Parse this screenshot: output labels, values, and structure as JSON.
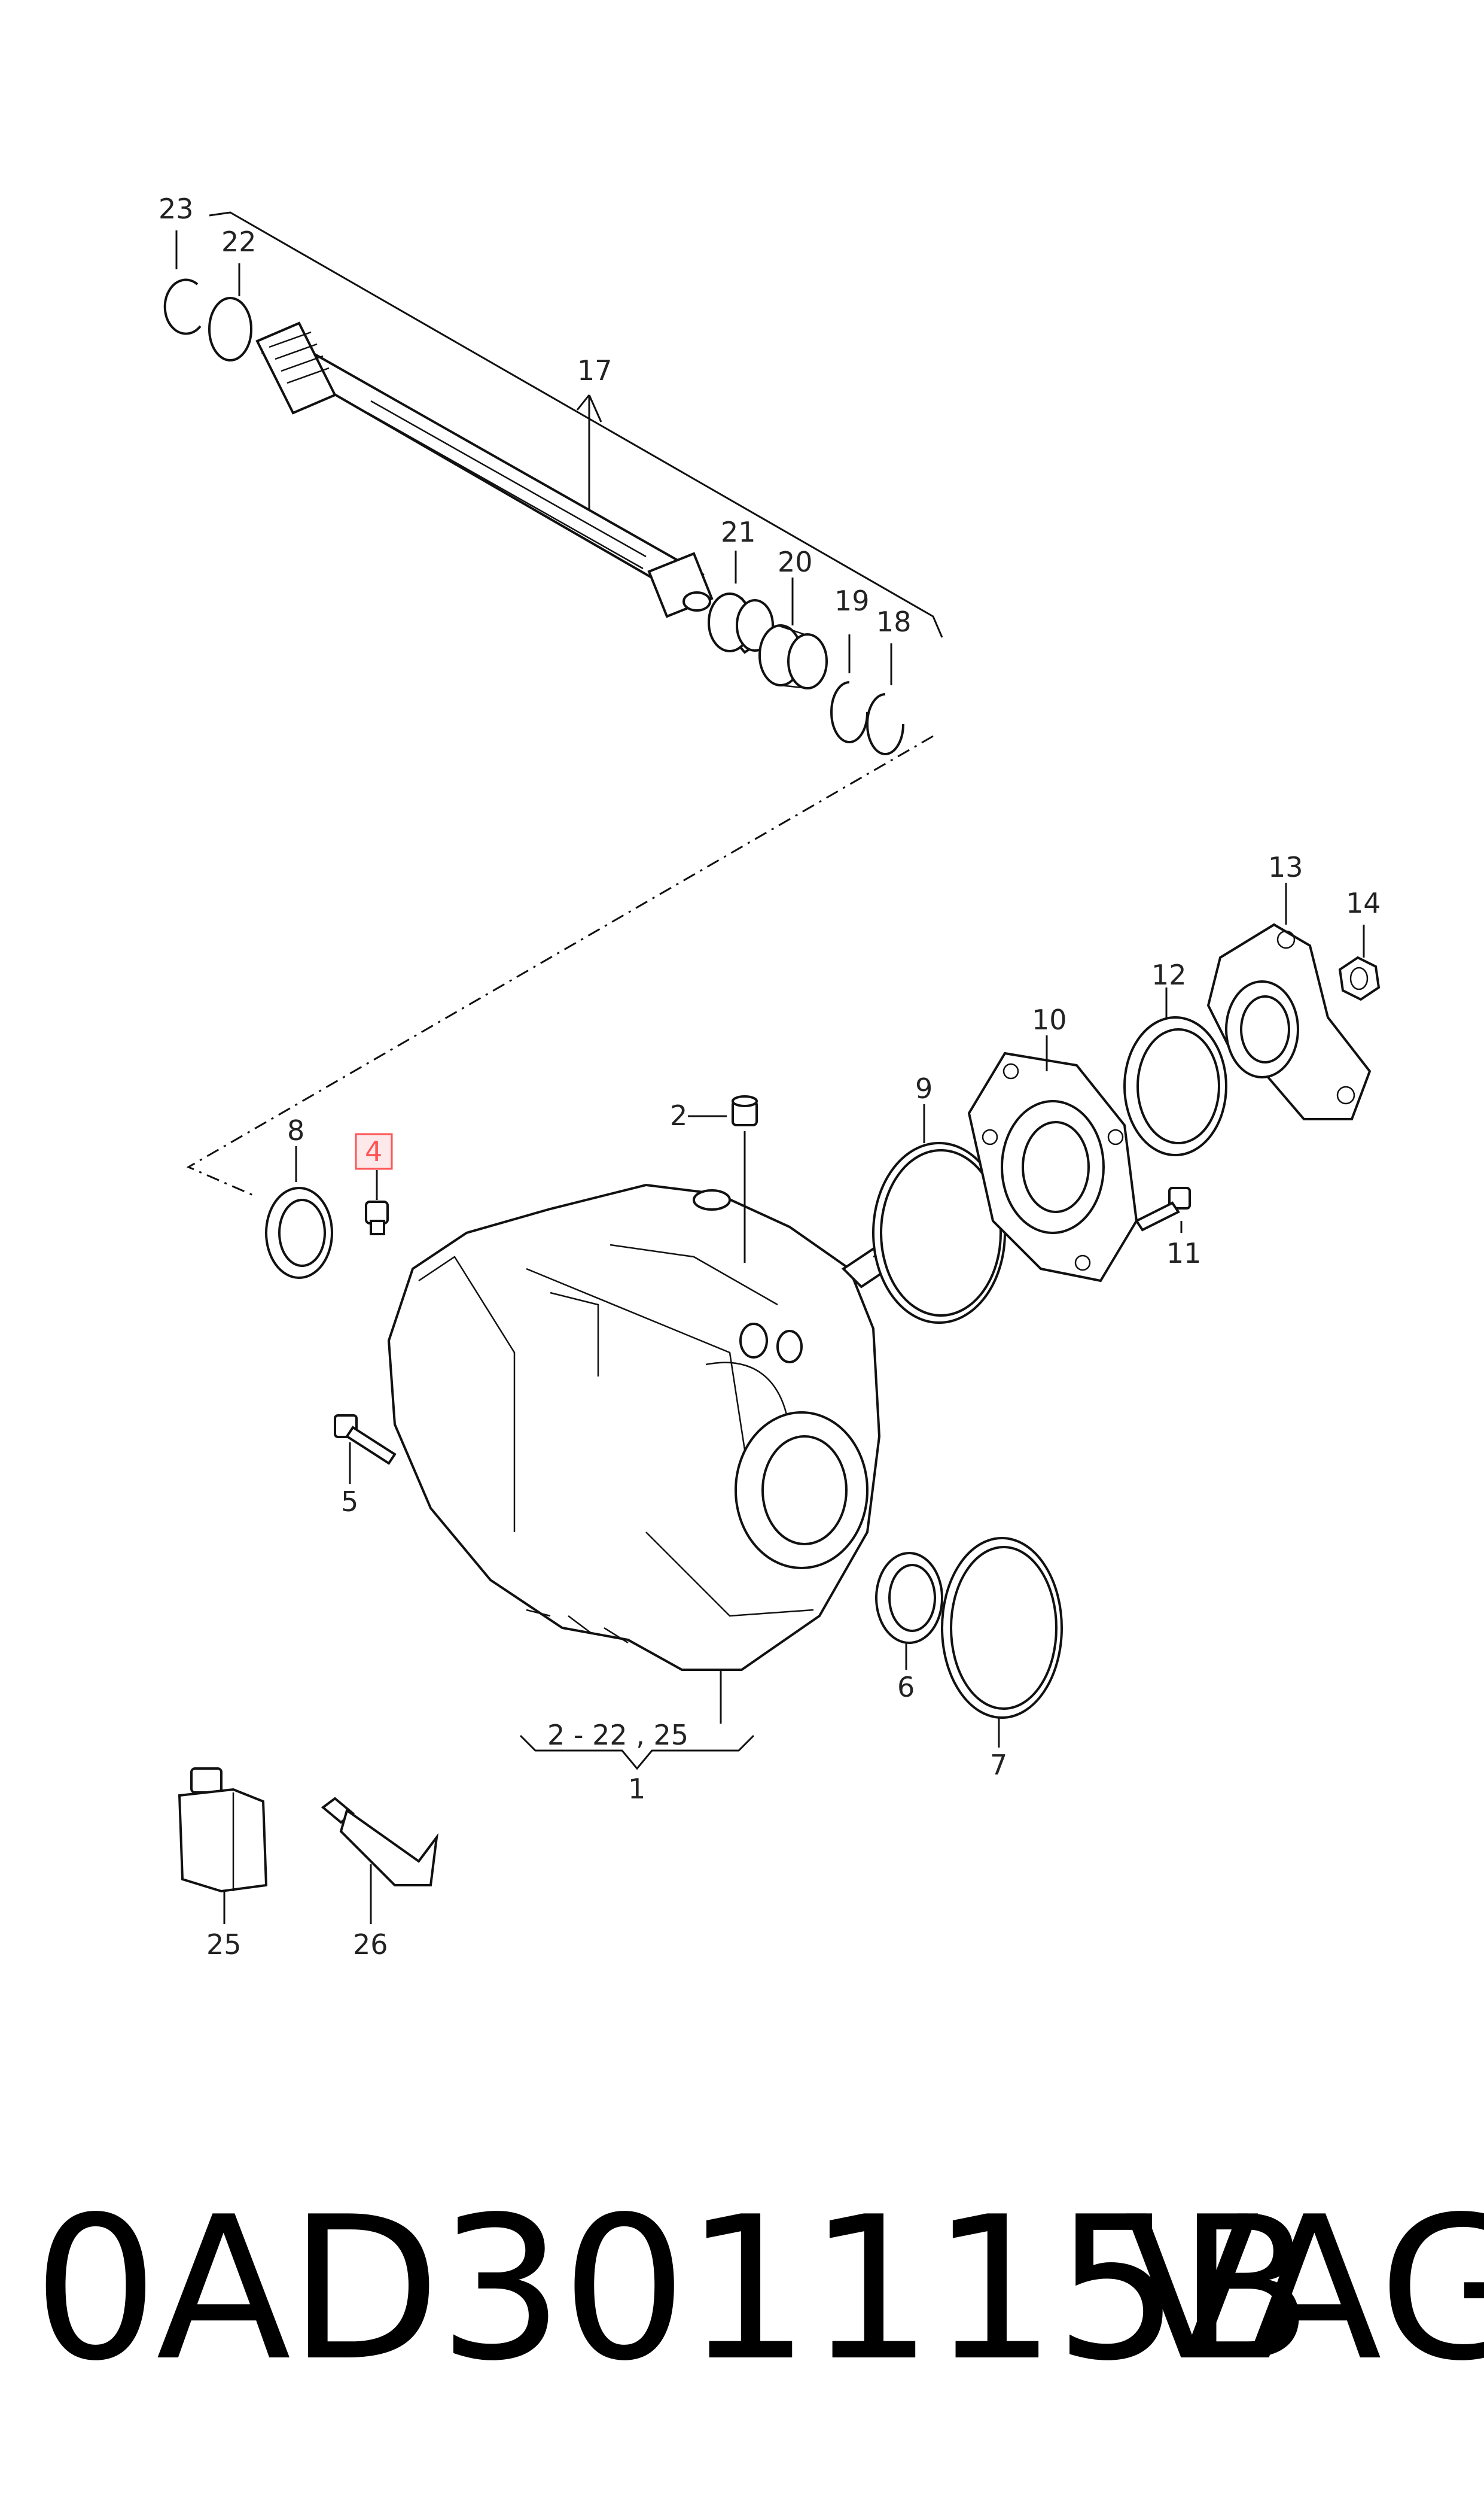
{
  "labels": {
    "l1": "1",
    "l2": "2",
    "l4": "4",
    "l5": "5",
    "l6": "6",
    "l7": "7",
    "l8": "8",
    "l9": "9",
    "l10": "10",
    "l11": "11",
    "l12": "12",
    "l13": "13",
    "l14": "14",
    "l17": "17",
    "l18": "18",
    "l19": "19",
    "l20": "20",
    "l21": "21",
    "l22": "22",
    "l23": "23",
    "l25": "25",
    "l26": "26",
    "range": "2 - 22 , 25"
  },
  "highlight": {
    "label": "4",
    "color": "#ff5555"
  },
  "footer": {
    "part_number": "0AD301115B",
    "brand": "VAG"
  }
}
